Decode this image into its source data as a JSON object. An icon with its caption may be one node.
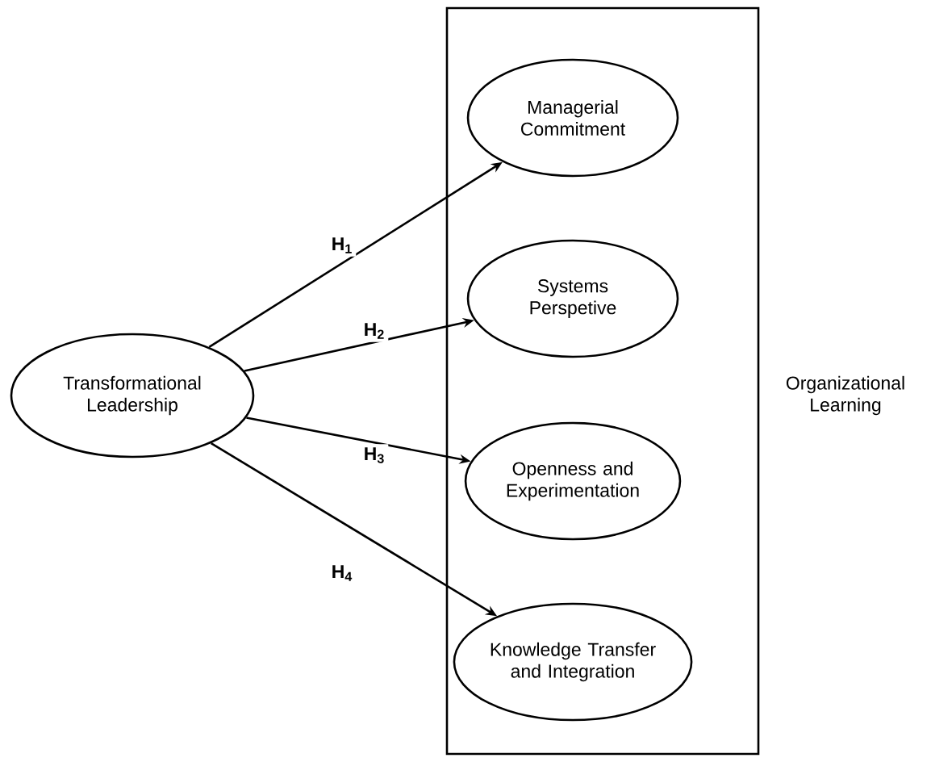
{
  "diagram": {
    "nodes": [
      {
        "text": [
          "Organizational Learning"
        ]
      },
      {
        "text": [
          "Transformational Leadership"
        ]
      },
      {
        "text": [
          "Managerial Commitment"
        ],
        "in": 0
      },
      {
        "text": [
          "Systems Perspetive"
        ],
        "in": 0
      },
      {
        "text": [
          "Openness and Experimentation"
        ],
        "in": 0
      },
      {
        "text": [
          "Knowledge Transfer and Integration"
        ],
        "in": 0
      }
    ],
    "edges": [
      {
        "from": 1,
        "to": 2,
        "arrow": "to",
        "label": "H$_{1}$"
      },
      {
        "from": 1,
        "to": 3,
        "arrow": "to",
        "label": "H$_{2}$"
      },
      {
        "from": 1,
        "to": 4,
        "arrow": "to",
        "label": "H$_{3}$"
      },
      {
        "from": 1,
        "to": 5,
        "arrow": "to",
        "label": "H$_{4}$"
      }
    ]
  }
}
